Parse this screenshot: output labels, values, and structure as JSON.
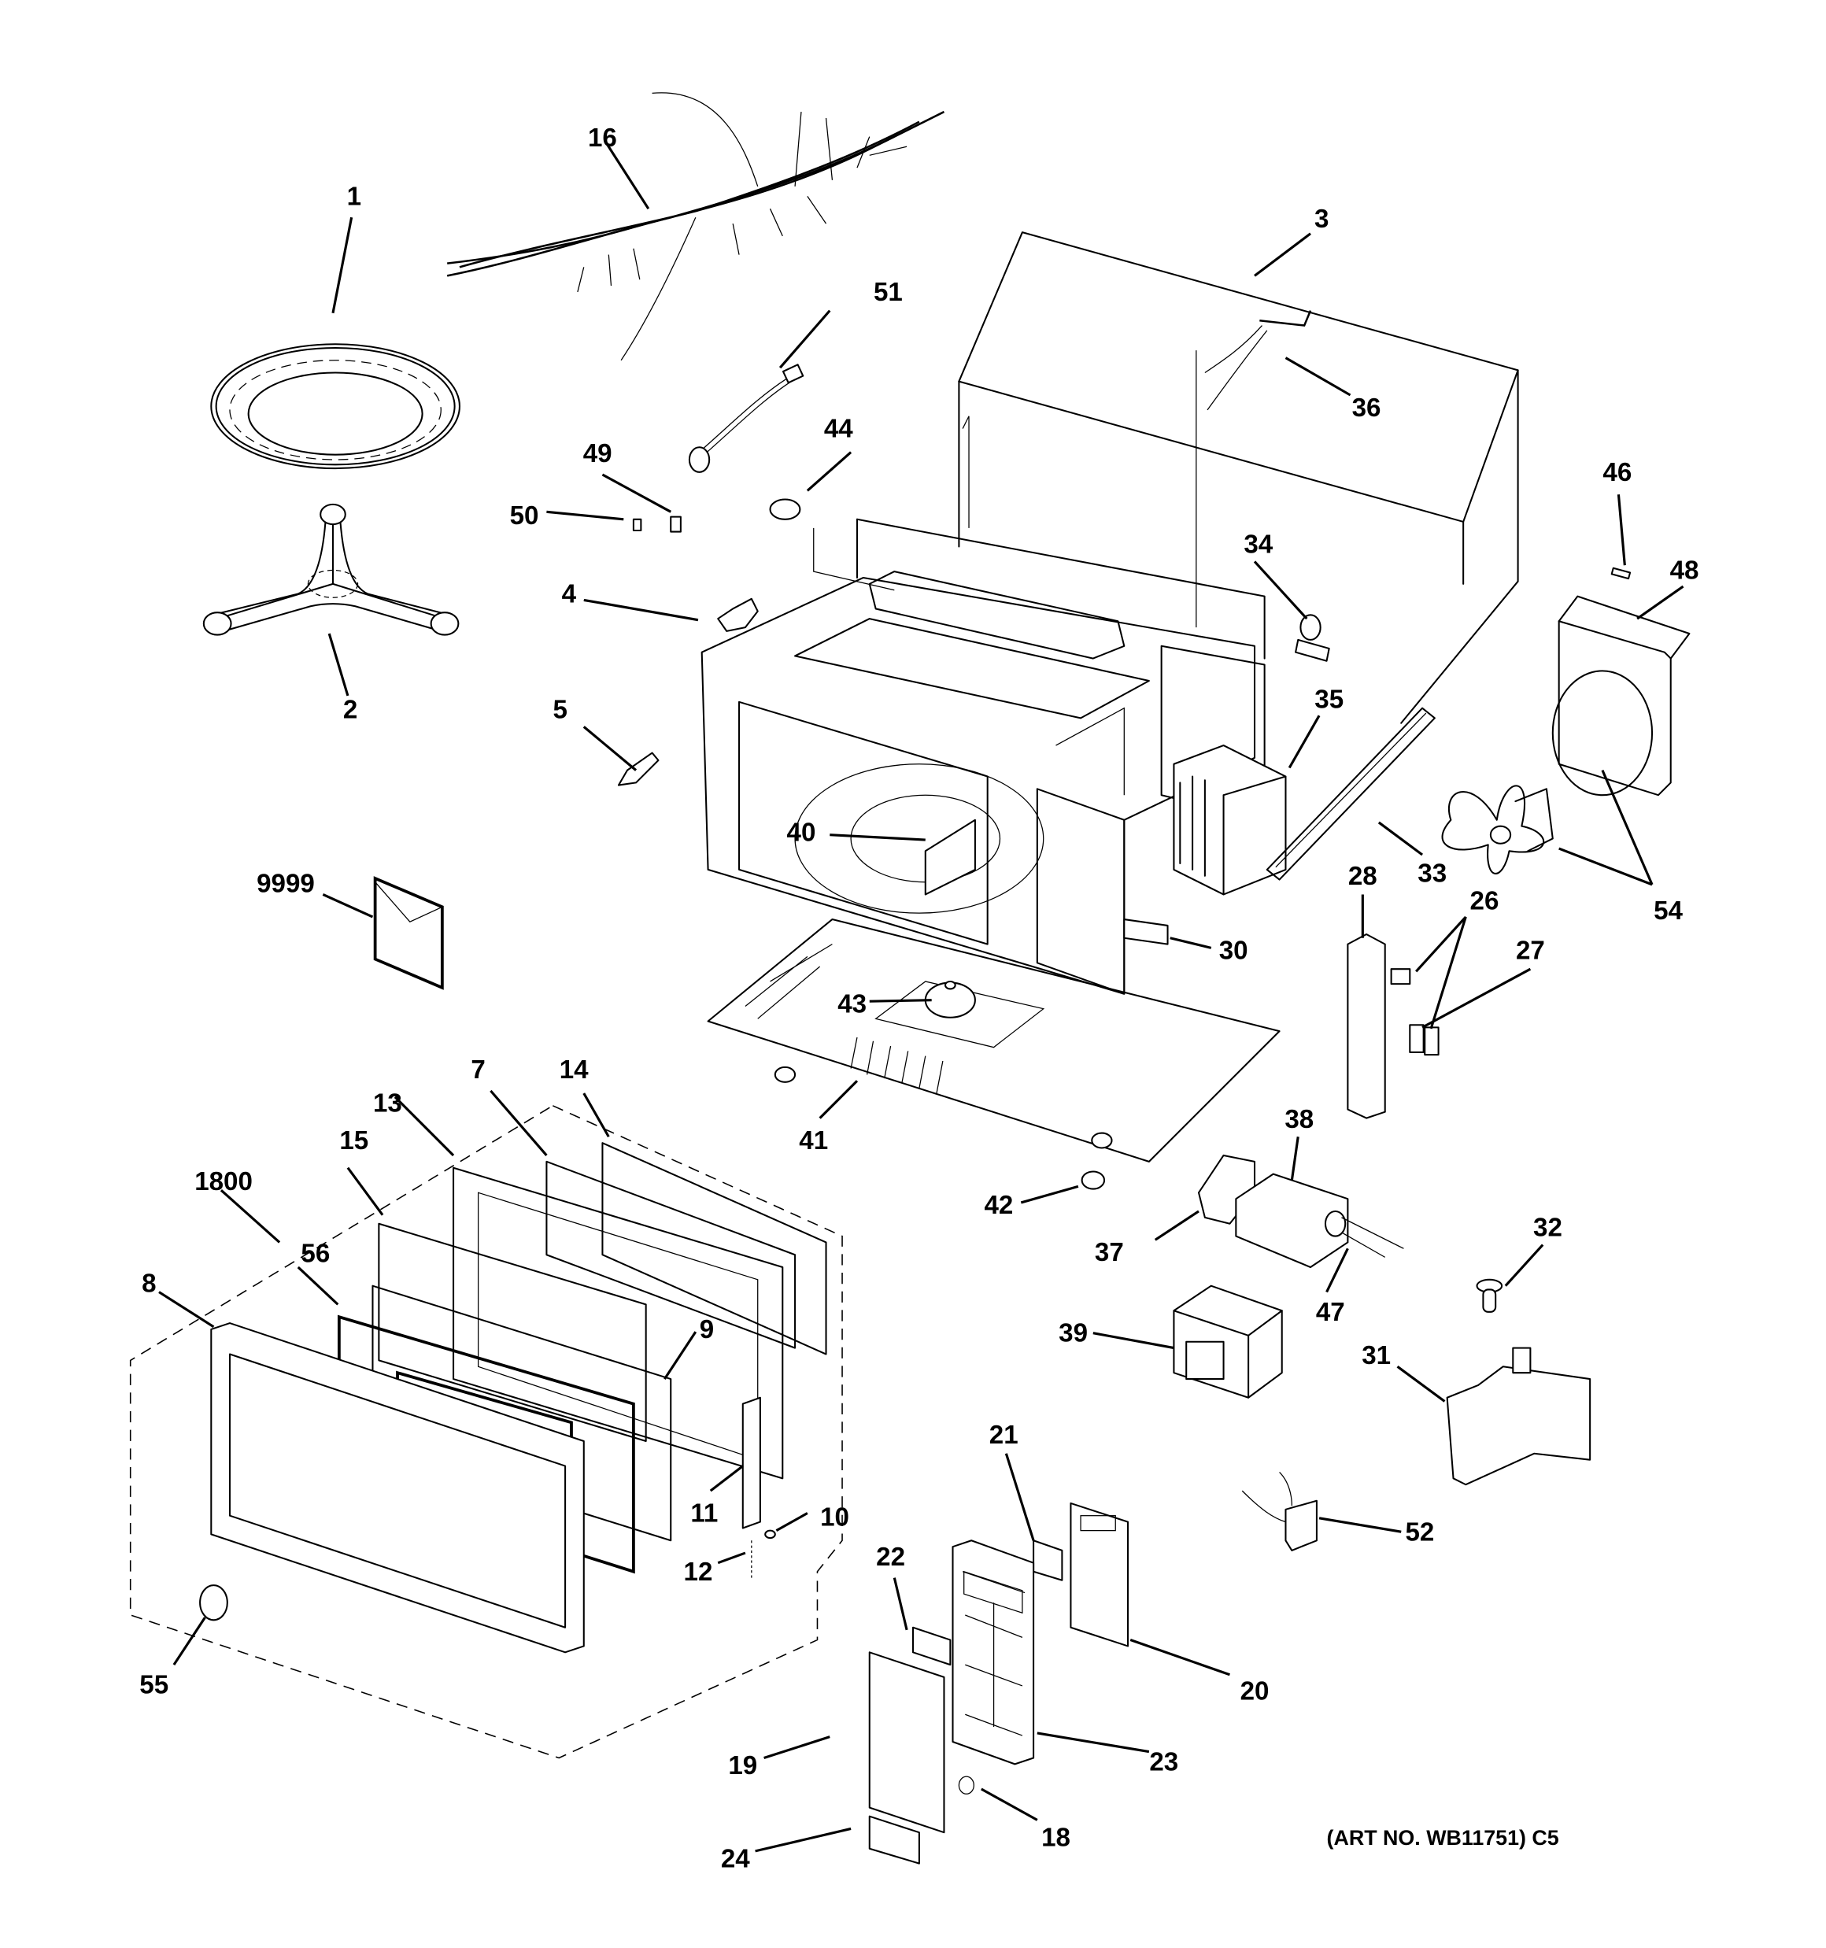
{
  "diagram": {
    "title": "Microwave oven exploded parts view",
    "art_number_label": "(ART NO. WB11751) C5",
    "callouts": [
      {
        "id": "c1",
        "label": "1",
        "part": "turntable-tray"
      },
      {
        "id": "c2",
        "label": "2",
        "part": "roller-support"
      },
      {
        "id": "c3",
        "label": "3",
        "part": "outer-case"
      },
      {
        "id": "c4",
        "label": "4",
        "part": "hinge-upper"
      },
      {
        "id": "c5",
        "label": "5",
        "part": "hinge-lower"
      },
      {
        "id": "c7",
        "label": "7",
        "part": "door-choke"
      },
      {
        "id": "c8",
        "label": "8",
        "part": "door-frame"
      },
      {
        "id": "c9",
        "label": "9",
        "part": "door-screen"
      },
      {
        "id": "c10",
        "label": "10",
        "part": "screw"
      },
      {
        "id": "c11",
        "label": "11",
        "part": "door-latch"
      },
      {
        "id": "c12",
        "label": "12",
        "part": "latch-spring"
      },
      {
        "id": "c13",
        "label": "13",
        "part": "door-panel"
      },
      {
        "id": "c14",
        "label": "14",
        "part": "choke-cover"
      },
      {
        "id": "c15",
        "label": "15",
        "part": "door-glass"
      },
      {
        "id": "c16",
        "label": "16",
        "part": "wire-harness"
      },
      {
        "id": "c18",
        "label": "18",
        "part": "spring"
      },
      {
        "id": "c19",
        "label": "19",
        "part": "control-panel-cover"
      },
      {
        "id": "c20",
        "label": "20",
        "part": "control-board"
      },
      {
        "id": "c21",
        "label": "21",
        "part": "board-bracket"
      },
      {
        "id": "c22",
        "label": "22",
        "part": "display-window"
      },
      {
        "id": "c23",
        "label": "23",
        "part": "control-panel-frame"
      },
      {
        "id": "c24",
        "label": "24",
        "part": "release-button"
      },
      {
        "id": "c26",
        "label": "26",
        "part": "interlock-switch"
      },
      {
        "id": "c27",
        "label": "27",
        "part": "monitor-switch"
      },
      {
        "id": "c28",
        "label": "28",
        "part": "latch-board"
      },
      {
        "id": "c30",
        "label": "30",
        "part": "bracket"
      },
      {
        "id": "c31",
        "label": "31",
        "part": "air-duct"
      },
      {
        "id": "c32",
        "label": "32",
        "part": "lamp"
      },
      {
        "id": "c33",
        "label": "33",
        "part": "base-rail"
      },
      {
        "id": "c34",
        "label": "34",
        "part": "thermal-cutout"
      },
      {
        "id": "c35",
        "label": "35",
        "part": "magnetron"
      },
      {
        "id": "c36",
        "label": "36",
        "part": "power-cord"
      },
      {
        "id": "c37",
        "label": "37",
        "part": "capacitor-bracket"
      },
      {
        "id": "c38",
        "label": "38",
        "part": "capacitor"
      },
      {
        "id": "c39",
        "label": "39",
        "part": "transformer"
      },
      {
        "id": "c40",
        "label": "40",
        "part": "waveguide-cover"
      },
      {
        "id": "c41",
        "label": "41",
        "part": "base-plate"
      },
      {
        "id": "c42",
        "label": "42",
        "part": "foot"
      },
      {
        "id": "c43",
        "label": "43",
        "part": "turntable-motor"
      },
      {
        "id": "c44",
        "label": "44",
        "part": "thermostat"
      },
      {
        "id": "c46",
        "label": "46",
        "part": "fuse"
      },
      {
        "id": "c47",
        "label": "47",
        "part": "diode"
      },
      {
        "id": "c48",
        "label": "48",
        "part": "fuse-holder"
      },
      {
        "id": "c49",
        "label": "49",
        "part": "lamp-socket"
      },
      {
        "id": "c50",
        "label": "50",
        "part": "clip"
      },
      {
        "id": "c51",
        "label": "51",
        "part": "sensor"
      },
      {
        "id": "c52",
        "label": "52",
        "part": "noise-filter"
      },
      {
        "id": "c54",
        "label": "54",
        "part": "fan-motor-assembly"
      },
      {
        "id": "c55",
        "label": "55",
        "part": "badge"
      },
      {
        "id": "c56",
        "label": "56",
        "part": "door-window"
      },
      {
        "id": "c1800",
        "label": "1800",
        "part": "door-assembly"
      },
      {
        "id": "c9999",
        "label": "9999",
        "part": "literature-envelope"
      }
    ]
  }
}
